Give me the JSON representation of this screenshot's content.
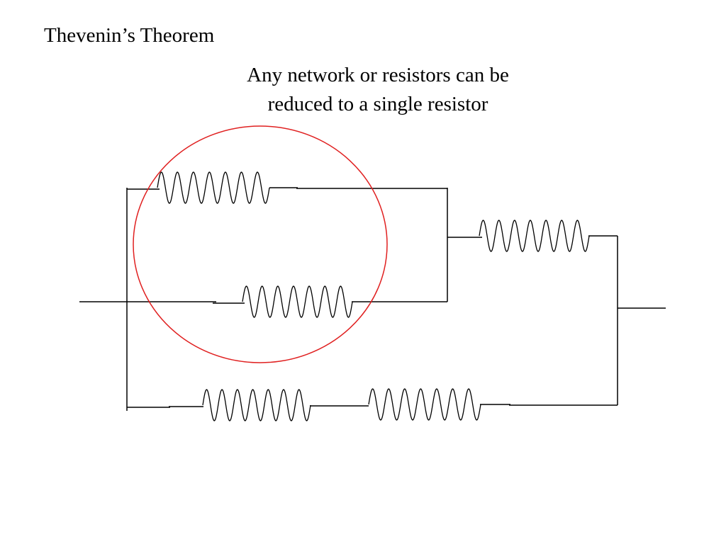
{
  "slide": {
    "title": "Thevenin’s Theorem",
    "subtitle_lines": [
      "Any network or resistors can be",
      "reduced to a single resistor"
    ]
  },
  "diagram": {
    "wire_color": "#000000",
    "highlight_color": "#e02020",
    "resistor_count": 5,
    "highlighted_group": "two parallel resistors"
  }
}
